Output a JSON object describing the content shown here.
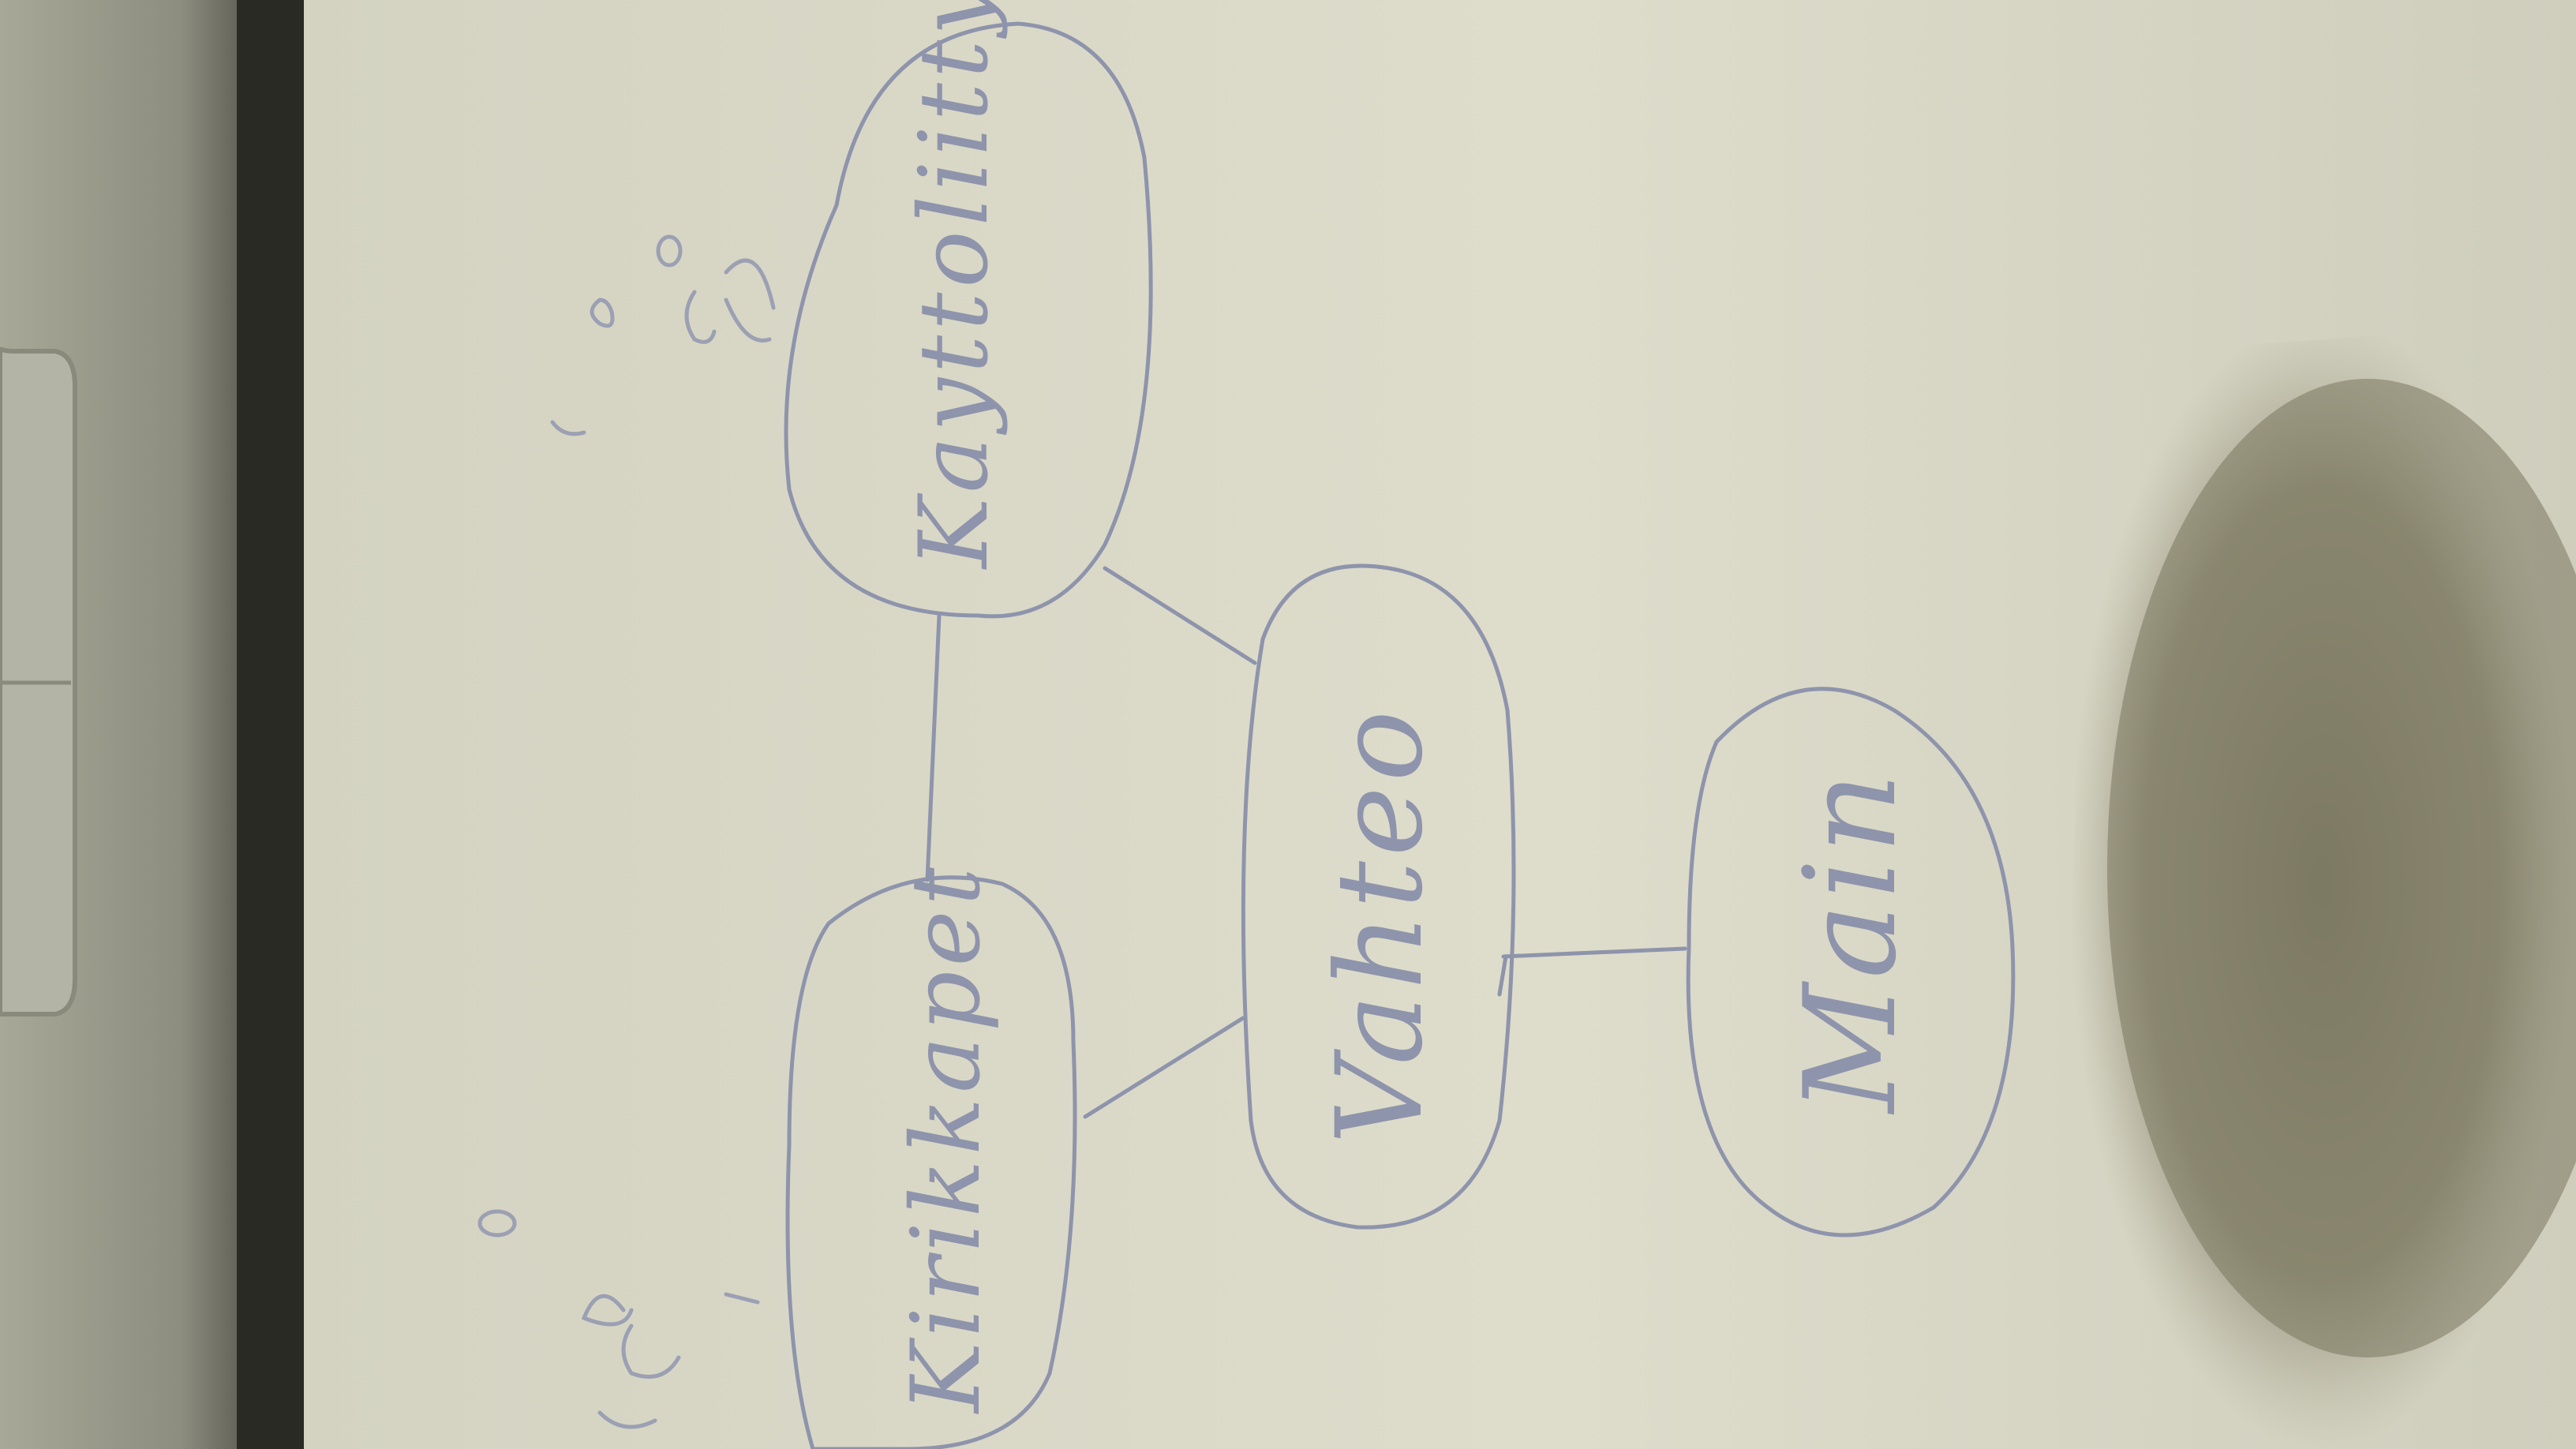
{
  "diagram": {
    "nodes": [
      {
        "id": "main",
        "label": "Main"
      },
      {
        "id": "vahteo",
        "label": "Vahteo"
      },
      {
        "id": "left",
        "label": "Kirikkapet"
      },
      {
        "id": "right",
        "label": "Kayttoliittyma"
      }
    ],
    "edges": [
      {
        "from": "main",
        "to": "vahteo"
      },
      {
        "from": "vahteo",
        "to": "left"
      },
      {
        "from": "vahteo",
        "to": "right"
      },
      {
        "from": "left",
        "to": "right"
      }
    ]
  },
  "colors": {
    "paper": "#d9d8c7",
    "ink": "#8e94ab",
    "frame": "#2a2a24"
  }
}
